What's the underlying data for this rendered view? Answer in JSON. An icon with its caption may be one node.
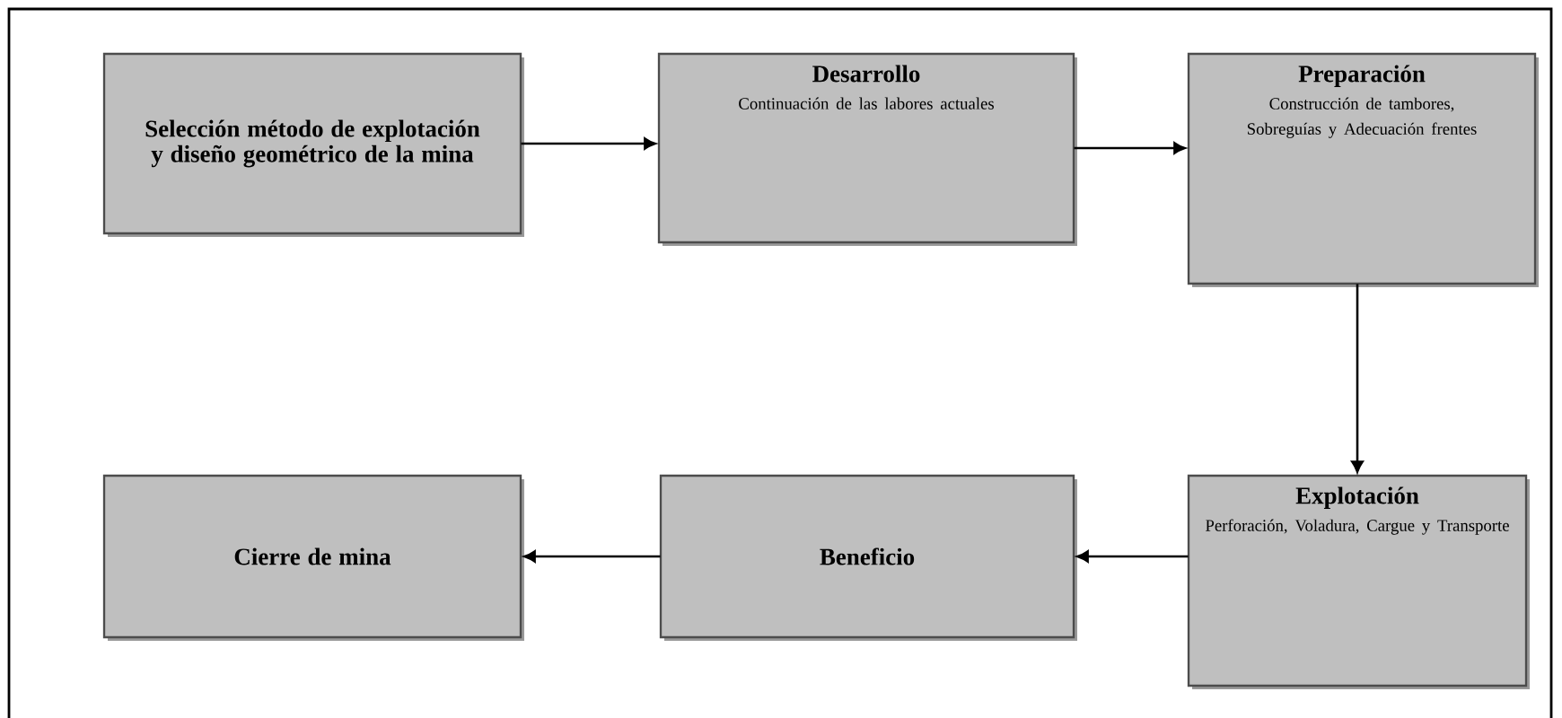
{
  "diagram": {
    "nodes": [
      {
        "text": [
          "Selección método de explotación y diseño geométrico de la mina"
        ]
      },
      {
        "text": [
          "Desarrollo",
          "Continuación de las labores actuales"
        ]
      },
      {
        "text": [
          "Preparación",
          "Construcción de tambores, Sobreguías y Adecuación frentes"
        ]
      },
      {
        "text": [
          "Explotación",
          "Perforación, Voladura, Cargue y Transporte"
        ]
      },
      {
        "text": [
          "Beneficio"
        ]
      },
      {
        "text": [
          "Cierre de mina"
        ]
      }
    ],
    "edges": [
      {
        "from": 0,
        "to": 1,
        "arrow": "to"
      },
      {
        "from": 1,
        "to": 2,
        "arrow": "to"
      },
      {
        "from": 2,
        "to": 3,
        "arrow": "to"
      },
      {
        "from": 3,
        "to": 4,
        "arrow": "to"
      },
      {
        "from": 4,
        "to": 5,
        "arrow": "to"
      }
    ]
  }
}
